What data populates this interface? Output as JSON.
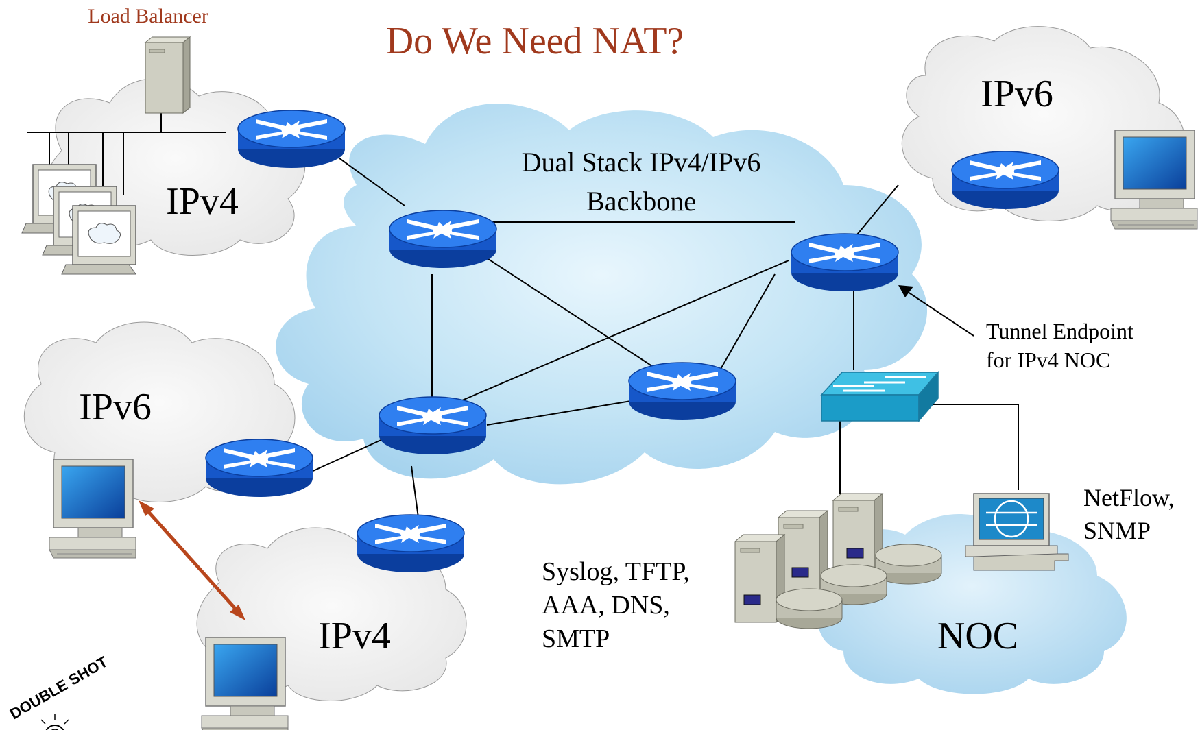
{
  "title": "Do We Need NAT?",
  "load_balancer_label": "Load Balancer",
  "backbone": {
    "line1": "Dual Stack IPv4/IPv6",
    "line2": "Backbone"
  },
  "clouds": {
    "ipv4_top": "IPv4",
    "ipv6_top": "IPv6",
    "ipv6_left": "IPv6",
    "ipv4_bottom": "IPv4",
    "noc": "NOC"
  },
  "tunnel": {
    "line1": "Tunnel Endpoint",
    "line2": "for IPv4 NOC"
  },
  "netflow": {
    "line1": "NetFlow,",
    "line2": "SNMP"
  },
  "services": {
    "line1": "Syslog, TFTP,",
    "line2": "AAA, DNS,",
    "line3": "SMTP"
  },
  "logo_text": "DOUBLE SHOT",
  "colors": {
    "title_red": "#a0391d",
    "router_blue": "#1f6ee8",
    "backbone_cloud": "#bfe1f5",
    "grey_cloud": "#ececec",
    "link_arrow": "#b8461c"
  }
}
